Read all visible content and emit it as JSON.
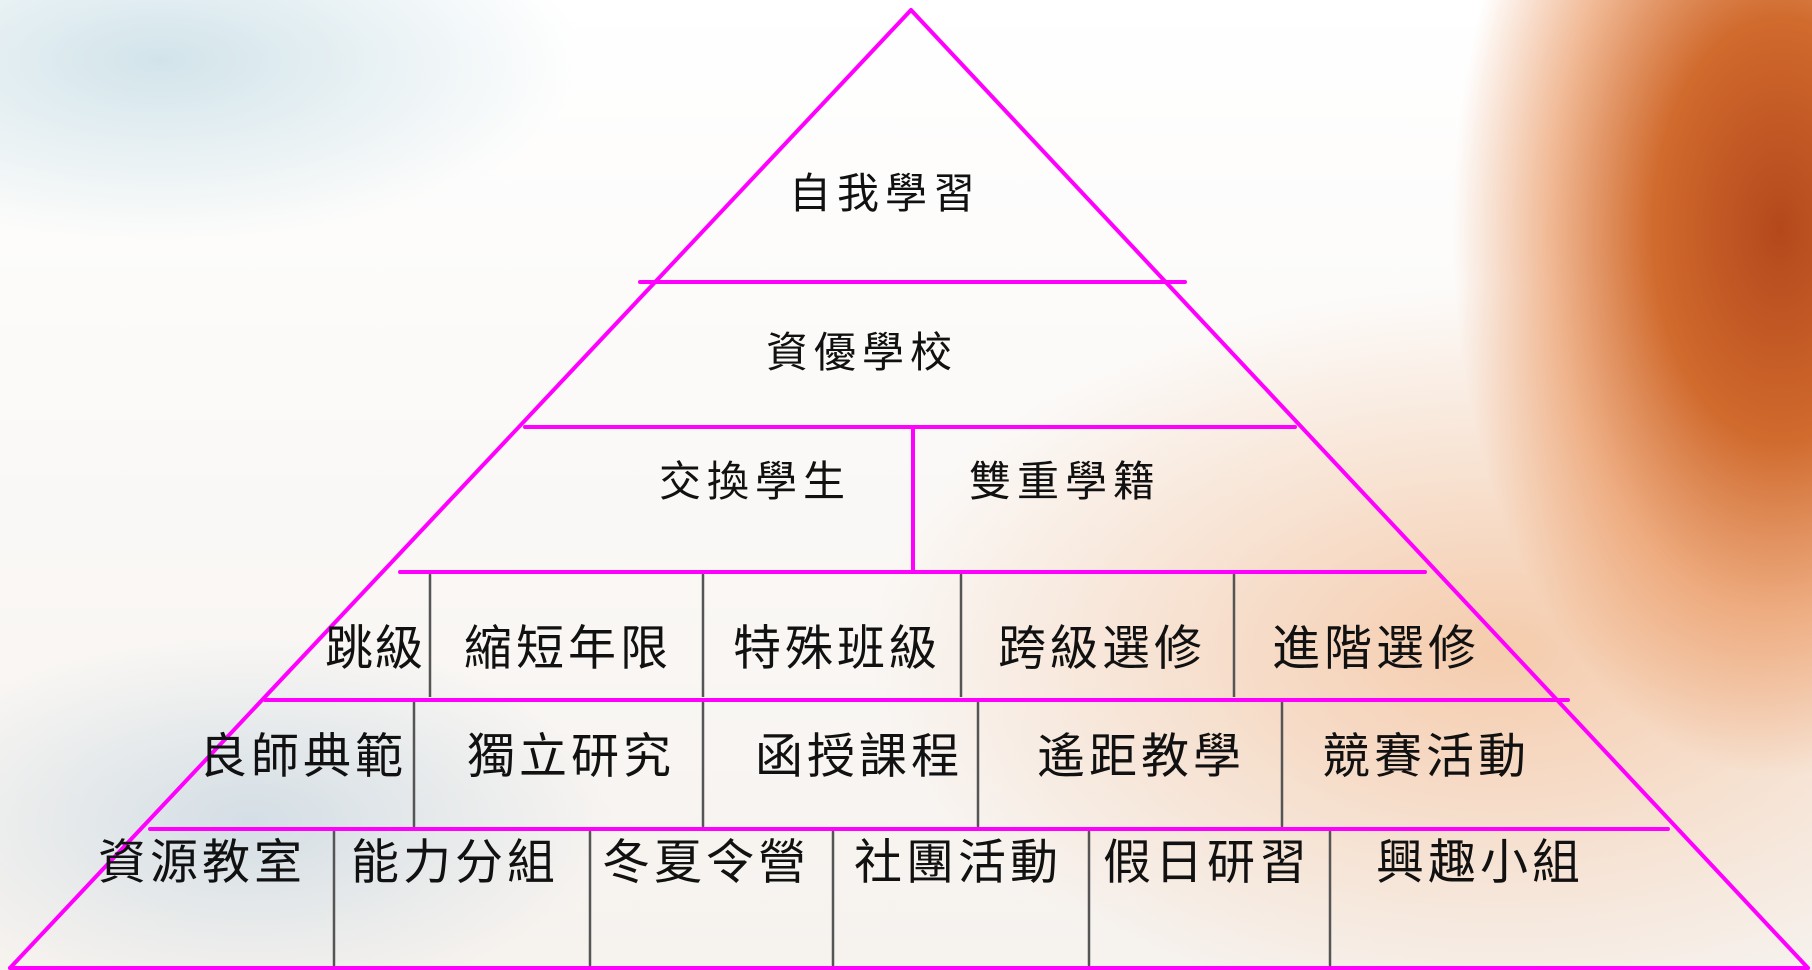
{
  "colors": {
    "pyramid_line": "#ff00ff",
    "divider": "#555555",
    "text": "#111111"
  },
  "levels": [
    {
      "cells": [
        "自我學習"
      ]
    },
    {
      "cells": [
        "資優學校"
      ]
    },
    {
      "cells": [
        "交換學生",
        "雙重學籍"
      ]
    },
    {
      "cells": [
        "跳級",
        "縮短年限",
        "特殊班級",
        "跨級選修",
        "進階選修"
      ]
    },
    {
      "cells": [
        "良師典範",
        "獨立研究",
        "函授課程",
        "遙距教學",
        "競賽活動"
      ]
    },
    {
      "cells": [
        "資源教室",
        "能力分組",
        "冬夏令營",
        "社團活動",
        "假日研習",
        "興趣小組"
      ]
    }
  ]
}
